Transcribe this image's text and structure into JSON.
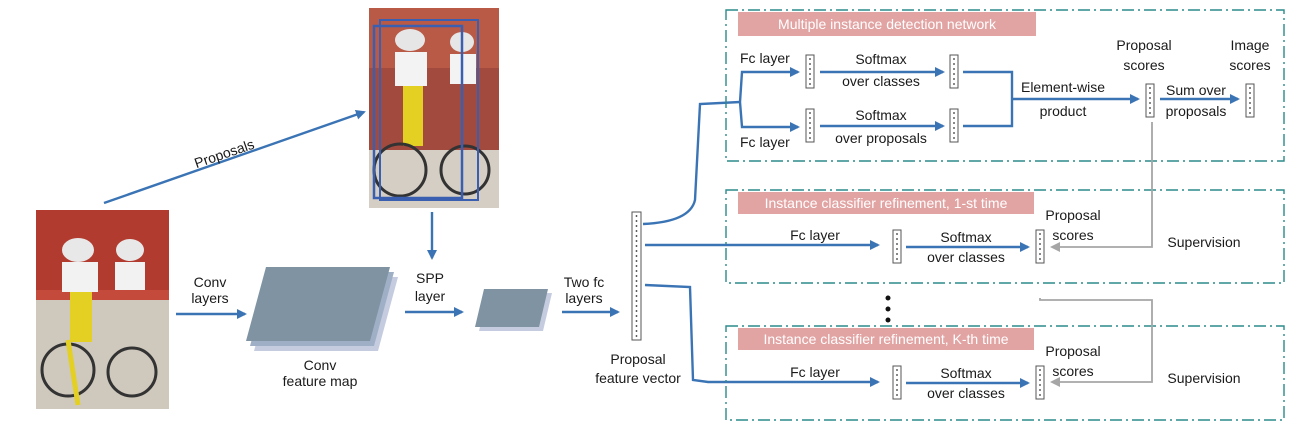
{
  "labels": {
    "proposals": "Proposals",
    "conv_layers_1": "Conv",
    "conv_layers_2": "layers",
    "conv_map_1": "Conv",
    "conv_map_2": "feature map",
    "spp_1": "SPP",
    "spp_2": "layer",
    "two_fc_1": "Two fc",
    "two_fc_2": "layers",
    "pfv_1": "Proposal",
    "pfv_2": "feature vector"
  },
  "midn": {
    "title": "Multiple instance detection network",
    "fc_top": "Fc layer",
    "fc_bottom": "Fc layer",
    "softmax_classes_1": "Softmax",
    "softmax_classes_2": "over classes",
    "softmax_props_1": "Softmax",
    "softmax_props_2": "over proposals",
    "elementwise_1": "Element-wise",
    "elementwise_2": "product",
    "proposal_scores_1": "Proposal",
    "proposal_scores_2": "scores",
    "image_scores_1": "Image",
    "image_scores_2": "scores",
    "sum_over_1": "Sum over",
    "sum_over_2": "proposals"
  },
  "icr1": {
    "title": "Instance classifier refinement, 1-st time",
    "fc": "Fc layer",
    "softmax_1": "Softmax",
    "softmax_2": "over classes",
    "scores_1": "Proposal",
    "scores_2": "scores",
    "supervision": "Supervision"
  },
  "icrk": {
    "title": "Instance classifier refinement, K-th time",
    "fc": "Fc layer",
    "softmax_1": "Softmax",
    "softmax_2": "over classes",
    "scores_1": "Proposal",
    "scores_2": "scores",
    "supervision": "Supervision"
  },
  "colors": {
    "arrow": "#3b74b5",
    "supervision_arrow": "#a6a6a6",
    "box_border": "#2c8a8a",
    "section_tag": "#e2a3a3",
    "feature_map": "#7f93a3"
  }
}
